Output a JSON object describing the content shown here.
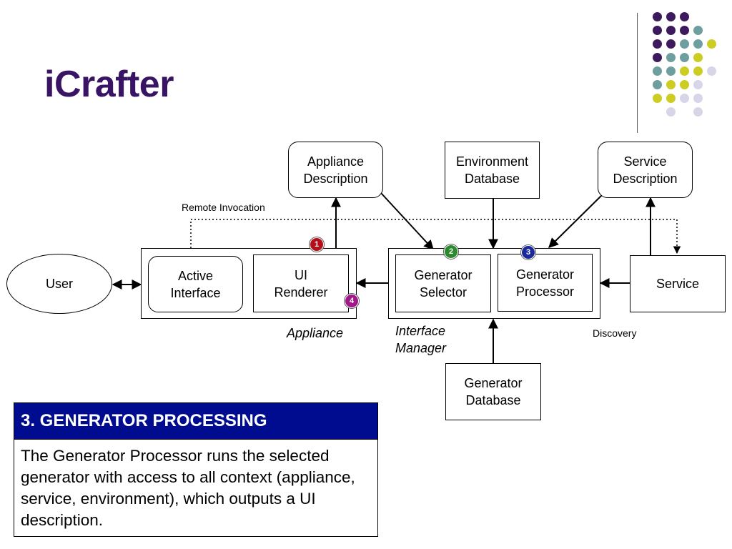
{
  "slide": {
    "title": "iCrafter"
  },
  "diagram": {
    "user": "User",
    "appliance_description": "Appliance\nDescription",
    "environment_database": "Environment\nDatabase",
    "service_description": "Service\nDescription",
    "active_interface": "Active\nInterface",
    "ui_renderer": "UI\nRenderer",
    "generator_selector": "Generator\nSelector",
    "generator_processor": "Generator\nProcessor",
    "service": "Service",
    "generator_database": "Generator\nDatabase",
    "appliance_label": "Appliance",
    "interface_manager_label": "Interface\nManager",
    "remote_invocation_label": "Remote Invocation",
    "discovery_label": "Discovery",
    "badges": [
      {
        "num": "1",
        "color": "#b4101b"
      },
      {
        "num": "2",
        "color": "#2b8a2b"
      },
      {
        "num": "3",
        "color": "#1a2a9a"
      },
      {
        "num": "4",
        "color": "#a0188a"
      }
    ]
  },
  "info_box": {
    "heading": "3. GENERATOR PROCESSING",
    "text": "The Generator Processor runs the selected generator with access to all context (appliance, service, environment), which outputs a UI description."
  },
  "colors": {
    "title": "#3a1464",
    "heading_bg": "#000c8f",
    "dot_purple": "#3d1a5e",
    "dot_teal": "#6e9e9e",
    "dot_yellow": "#cccc22",
    "dot_lavender": "#d6d6e8"
  }
}
